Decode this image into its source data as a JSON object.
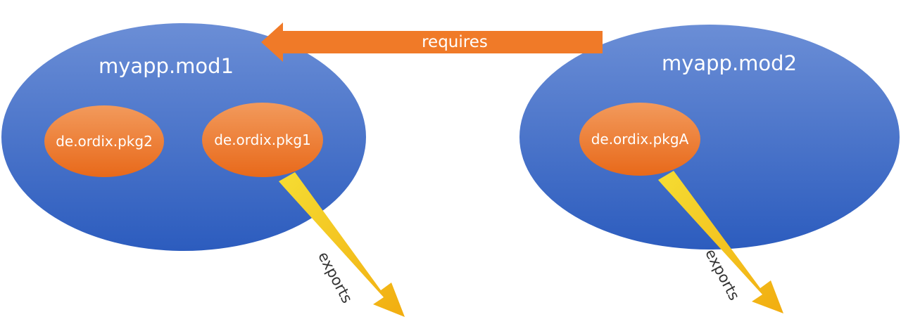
{
  "modules": [
    {
      "label": "myapp.mod1",
      "packages": [
        "de.ordix.pkg2",
        "de.ordix.pkg1"
      ]
    },
    {
      "label": "myapp.mod2",
      "packages": [
        "de.ordix.pkgA"
      ]
    }
  ],
  "relations": {
    "requires": "requires",
    "exports": "exports"
  },
  "colors": {
    "module_top": "#6b8ed6",
    "module_bottom": "#2c5cbe",
    "package_top": "#f29a5c",
    "package_bottom": "#e8691a",
    "requires_arrow": "#f07a28",
    "exports_top": "#f5dd33",
    "exports_bottom": "#f2ad10",
    "exports_text": "#333333"
  }
}
